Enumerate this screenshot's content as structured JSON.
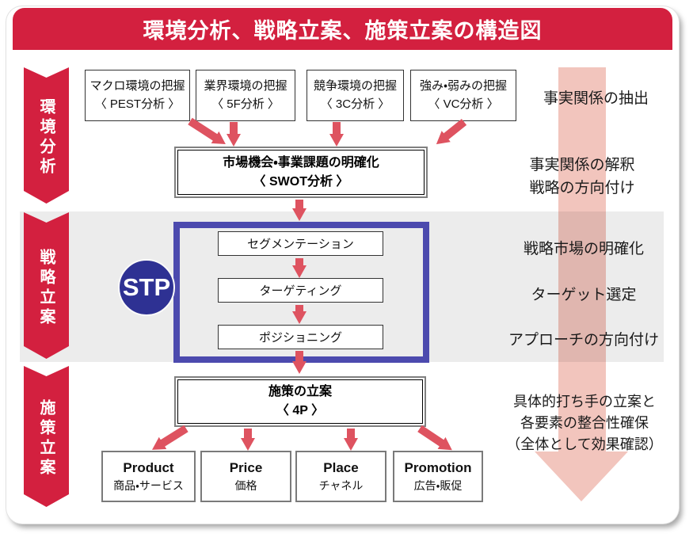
{
  "colors": {
    "brand": "#d3203f",
    "arrow": "#de5360",
    "pink": "#f2c5bd",
    "band": "#ececec",
    "stpborder": "#4c4aae",
    "stpcircle": "#2e3193"
  },
  "header": {
    "title": "環境分析、戦略立案、施策立案の構造図"
  },
  "stages": [
    {
      "label": "環境分析"
    },
    {
      "label": "戦略立案"
    },
    {
      "label": "施策立案"
    }
  ],
  "analysis_boxes": [
    {
      "line1": "マクロ環境の把握",
      "line2": "〈 PEST分析 〉"
    },
    {
      "line1": "業界環境の把握",
      "line2": "〈 5F分析 〉"
    },
    {
      "line1": "競争環境の把握",
      "line2": "〈 3C分析 〉"
    },
    {
      "line1": "強み・弱みの把握",
      "line2": "〈 VC分析 〉"
    }
  ],
  "swot_box": {
    "line1": "市場機会・事業課題の明確化",
    "line2": "〈 SWOT分析 〉"
  },
  "stp": {
    "badge": "STP",
    "steps": [
      {
        "label": "セグメンテーション"
      },
      {
        "label": "ターゲティング"
      },
      {
        "label": "ポジショニング"
      }
    ]
  },
  "fourp_box": {
    "line1": "施策の立案",
    "line2": "〈 4P 〉"
  },
  "fourp_items": [
    {
      "en": "Product",
      "ja": "商品・サービス"
    },
    {
      "en": "Price",
      "ja": "価格"
    },
    {
      "en": "Place",
      "ja": "チャネル"
    },
    {
      "en": "Promotion",
      "ja": "広告・販促"
    }
  ],
  "annotations": {
    "extract": "事実関係の抽出",
    "interpret_line1": "事実関係の解釈",
    "interpret_line2": "戦略の方向付け",
    "market": "戦略市場の明確化",
    "target": "ターゲット選定",
    "approach": "アプローチの方向付け",
    "concrete_line1": "具体的打ち手の立案と",
    "concrete_line2": "各要素の整合性確保",
    "concrete_line3": "（全体として効果確認）"
  }
}
